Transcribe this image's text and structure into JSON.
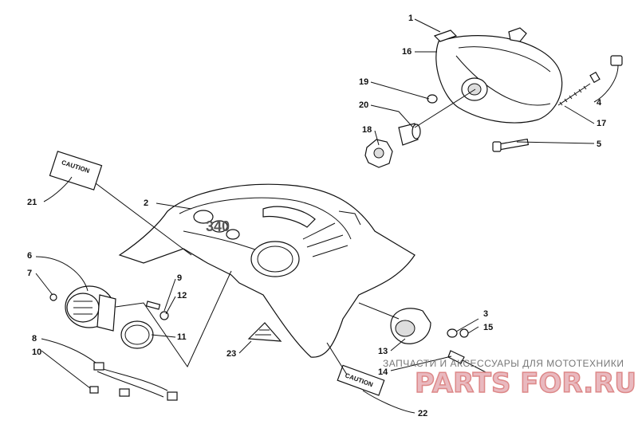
{
  "callouts": [
    "1",
    "2",
    "3",
    "4",
    "5",
    "6",
    "7",
    "8",
    "9",
    "10",
    "11",
    "12",
    "13",
    "14",
    "15",
    "16",
    "17",
    "18",
    "19",
    "20",
    "21",
    "22",
    "23"
  ],
  "decal_text": {
    "caution_21": "CAUTION",
    "caution_22": "CAUTION",
    "hood_model": "340"
  },
  "watermark": {
    "tagline": "ЗАПЧАСТИ И АКСЕССУАРЫ ДЛЯ МОТОТЕХНИКИ",
    "brand": "PARTS FOR.RU"
  }
}
